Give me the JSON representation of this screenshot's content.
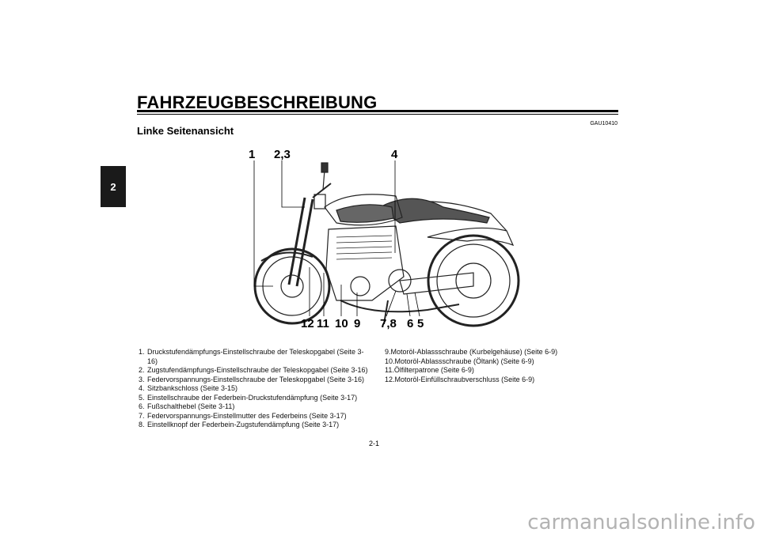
{
  "chapter_tab": "2",
  "header": {
    "title": "FAHRZEUGBESCHREIBUNG",
    "code": "GAU10410",
    "subtitle": "Linke Seitenansicht"
  },
  "illustration": {
    "callouts_top": [
      "1",
      "2,3",
      "4"
    ],
    "callouts_bottom": [
      "12",
      "11",
      "10",
      "9",
      "7,8",
      "6",
      "5"
    ]
  },
  "legend_left": [
    {
      "num": "1.",
      "text": "Druckstufendämpfungs-Einstellschraube der Teleskopgabel (Seite 3-16)"
    },
    {
      "num": "2.",
      "text": "Zugstufendämpfungs-Einstellschraube der Teleskopgabel (Seite 3-16)"
    },
    {
      "num": "3.",
      "text": "Federvorspannungs-Einstellschraube der Teleskopgabel (Seite 3-16)"
    },
    {
      "num": "4.",
      "text": "Sitzbankschloss (Seite 3-15)"
    },
    {
      "num": "5.",
      "text": "Einstellschraube der Federbein-Druckstufendämpfung (Seite 3-17)"
    },
    {
      "num": "6.",
      "text": "Fußschalthebel (Seite 3-11)"
    },
    {
      "num": "7.",
      "text": "Federvorspannungs-Einstellmutter des Federbeins (Seite 3-17)"
    },
    {
      "num": "8.",
      "text": "Einstellknopf der Federbein-Zugstufendämpfung (Seite 3-17)"
    }
  ],
  "legend_right": [
    {
      "num": "9. ",
      "text": "Motoröl-Ablassschraube (Kurbelgehäuse) (Seite 6-9)"
    },
    {
      "num": "10.",
      "text": "Motoröl-Ablassschraube (Öltank) (Seite 6-9)"
    },
    {
      "num": "11.",
      "text": "Ölfilterpatrone (Seite 6-9)"
    },
    {
      "num": "12.",
      "text": "Motoröl-Einfüllschraubverschluss (Seite 6-9)"
    }
  ],
  "page_number": "2-1",
  "watermark": "carmanualsonline.info"
}
